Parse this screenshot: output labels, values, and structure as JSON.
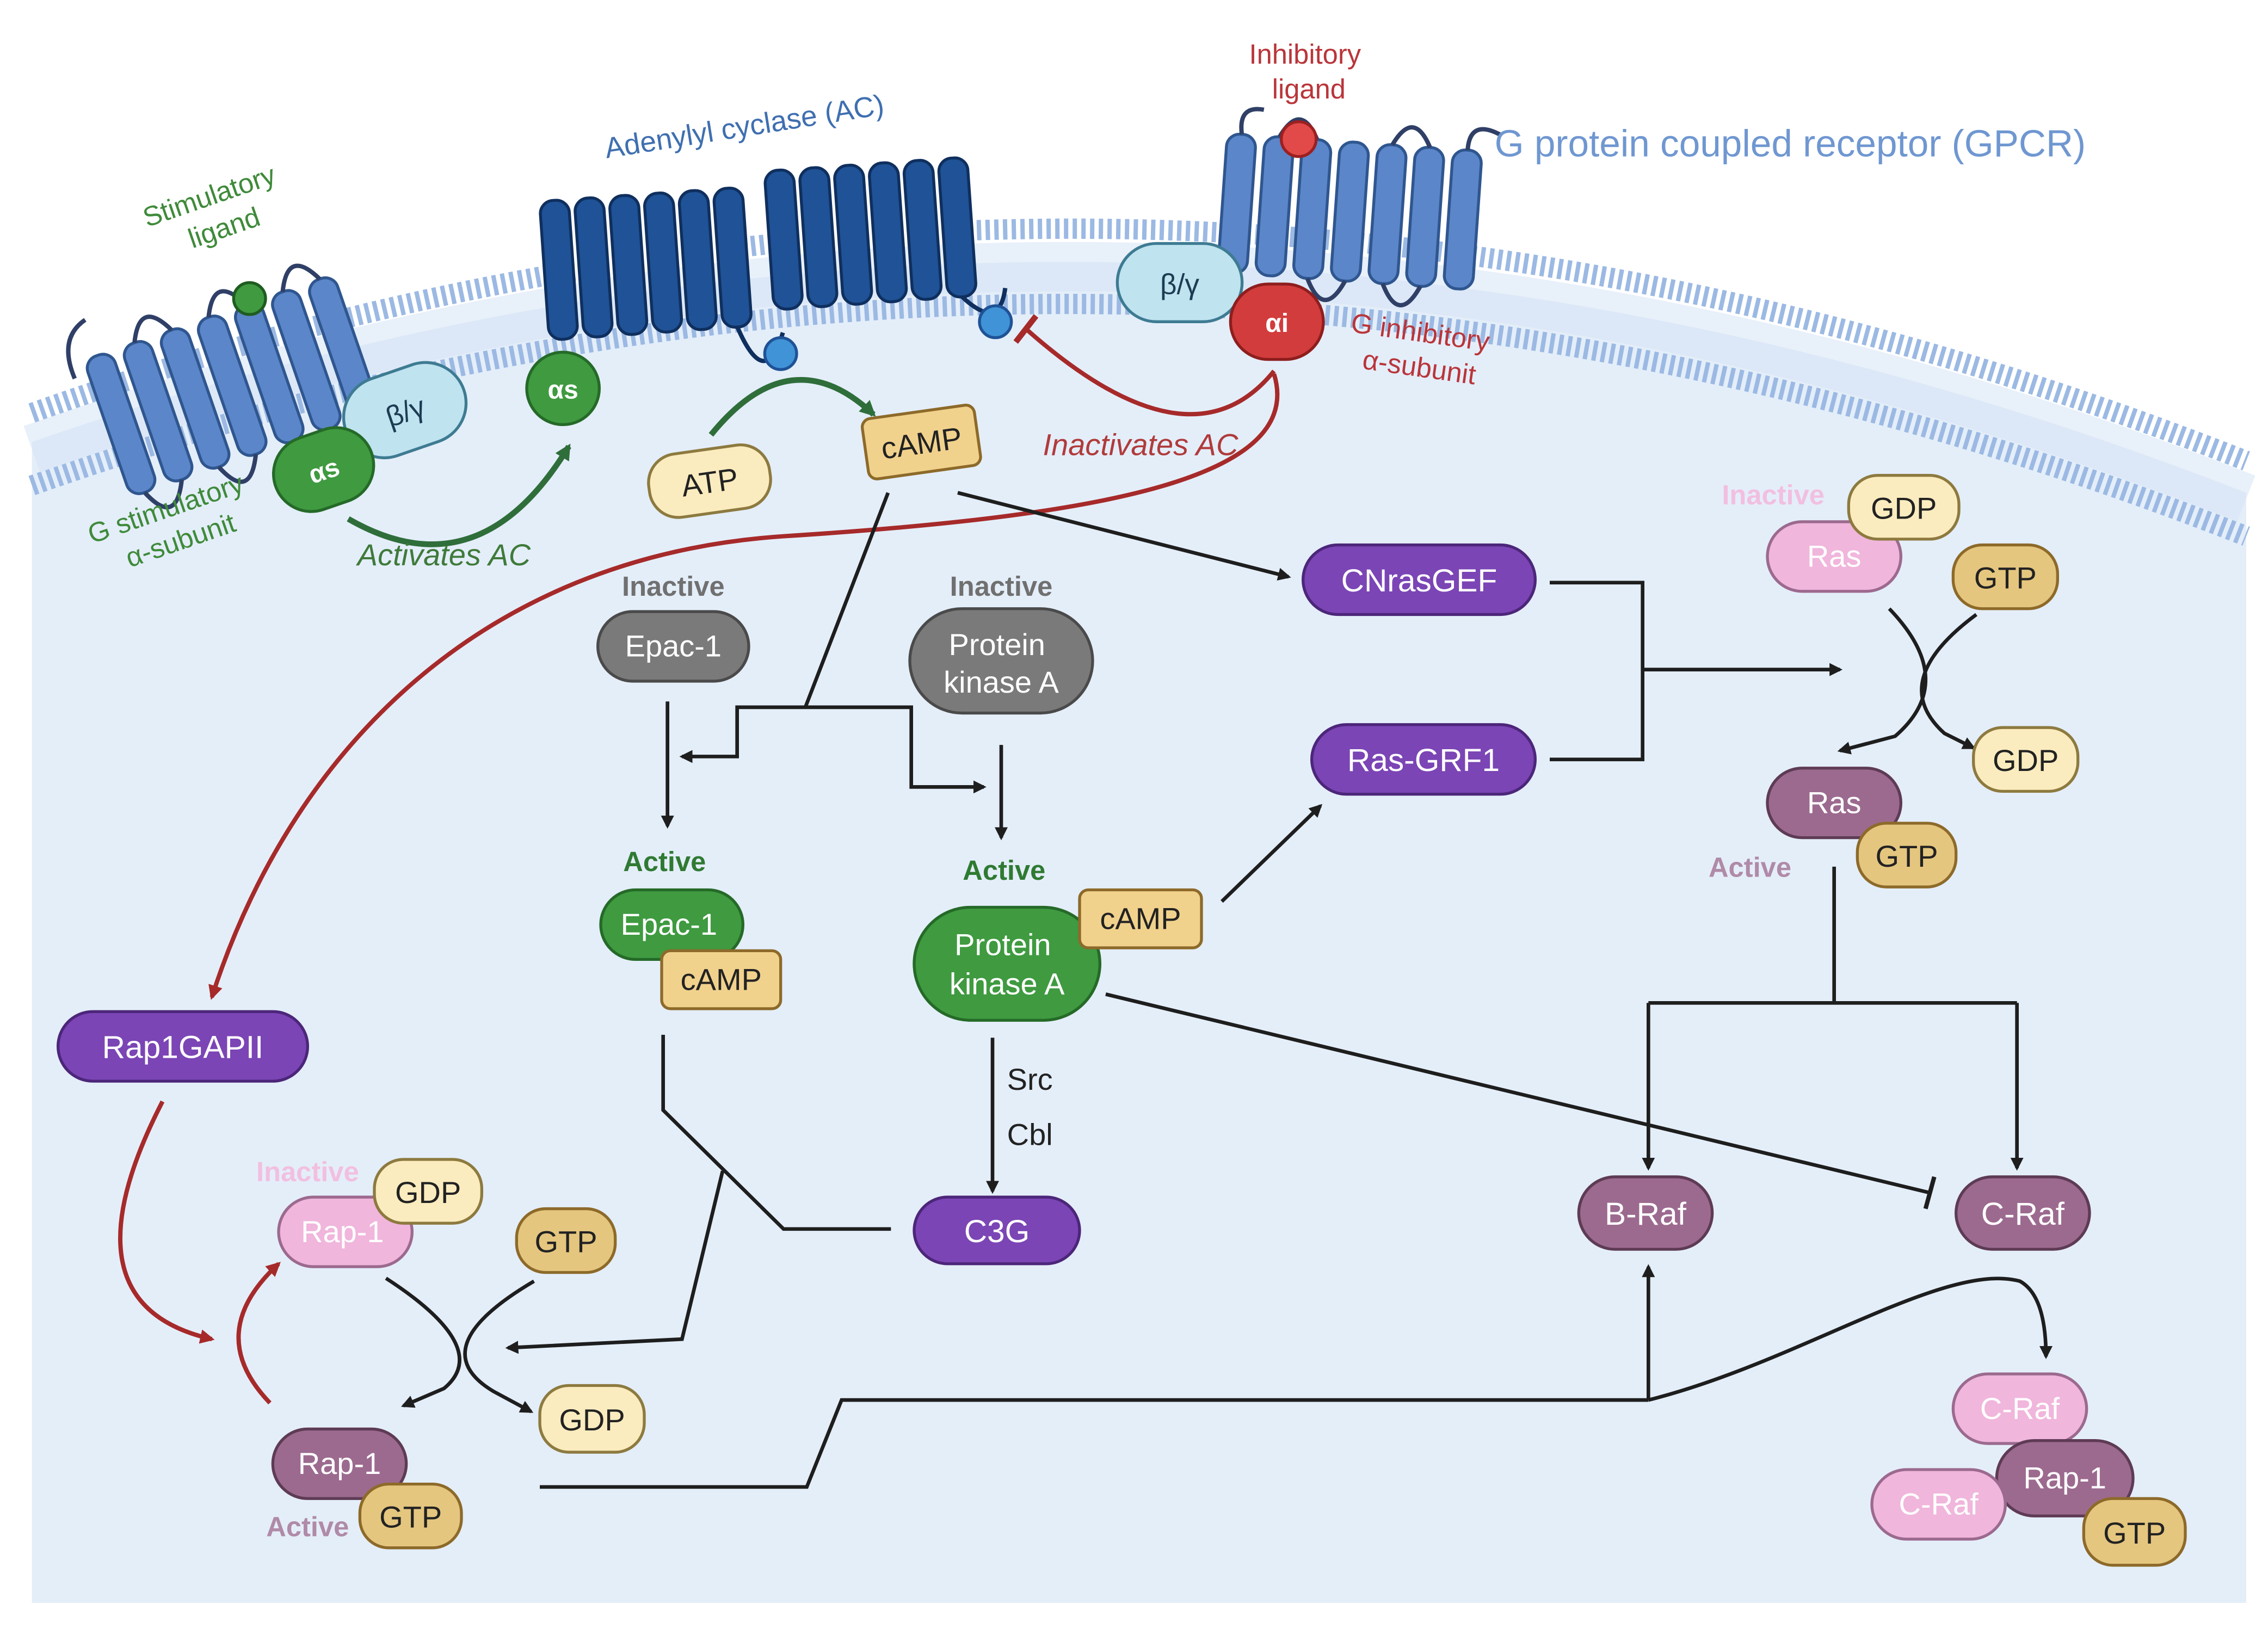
{
  "membrane": {
    "gpcr_title": "G protein coupled receptor (GPCR)",
    "adenylyl_cyclase": "Adenylyl cyclase (AC)",
    "stimulatory_ligand": [
      "Stimulatory",
      "ligand"
    ],
    "inhibitory_ligand": [
      "Inhibitory",
      "ligand"
    ],
    "g_stimulatory": [
      "G stimulatory",
      "α-subunit"
    ],
    "g_inhibitory": [
      "G inhibitory",
      "α-subunit"
    ],
    "beta_gamma": "β/γ",
    "alpha_s": "αs",
    "alpha_i": "αi",
    "activates_ac": "Activates AC",
    "inactivates_ac": "Inactivates AC"
  },
  "nodes": {
    "atp": "ATP",
    "camp": "cAMP",
    "inactive": "Inactive",
    "active": "Active",
    "epac1": "Epac-1",
    "pka": [
      "Protein",
      "kinase A"
    ],
    "cnrasgef": "CNrasGEF",
    "rasgrf1": "Ras-GRF1",
    "rap1gapii": "Rap1GAPII",
    "c3g": "C3G",
    "src": "Src",
    "cbl": "Cbl",
    "ras": "Ras",
    "rap1": "Rap-1",
    "gdp": "GDP",
    "gtp": "GTP",
    "braf": "B-Raf",
    "craf": "C-Raf"
  },
  "colors": {
    "background": "#e4eef9",
    "membrane": "#9bb9e3",
    "receptor": "#5b86c9",
    "ac": "#1f5296",
    "purple": "#7b45b5",
    "gray": "#7a7a7a",
    "green": "#3f9a40",
    "mauve": "#9c6a8f",
    "pink": "#f0b6dc",
    "cream": "#fbecbf",
    "tan": "#e5c67f",
    "red": "#d23c3c",
    "dark_red": "#a62a2a",
    "light_blue": "#bfe3ef",
    "gpcr_text": "#6f97d1"
  }
}
